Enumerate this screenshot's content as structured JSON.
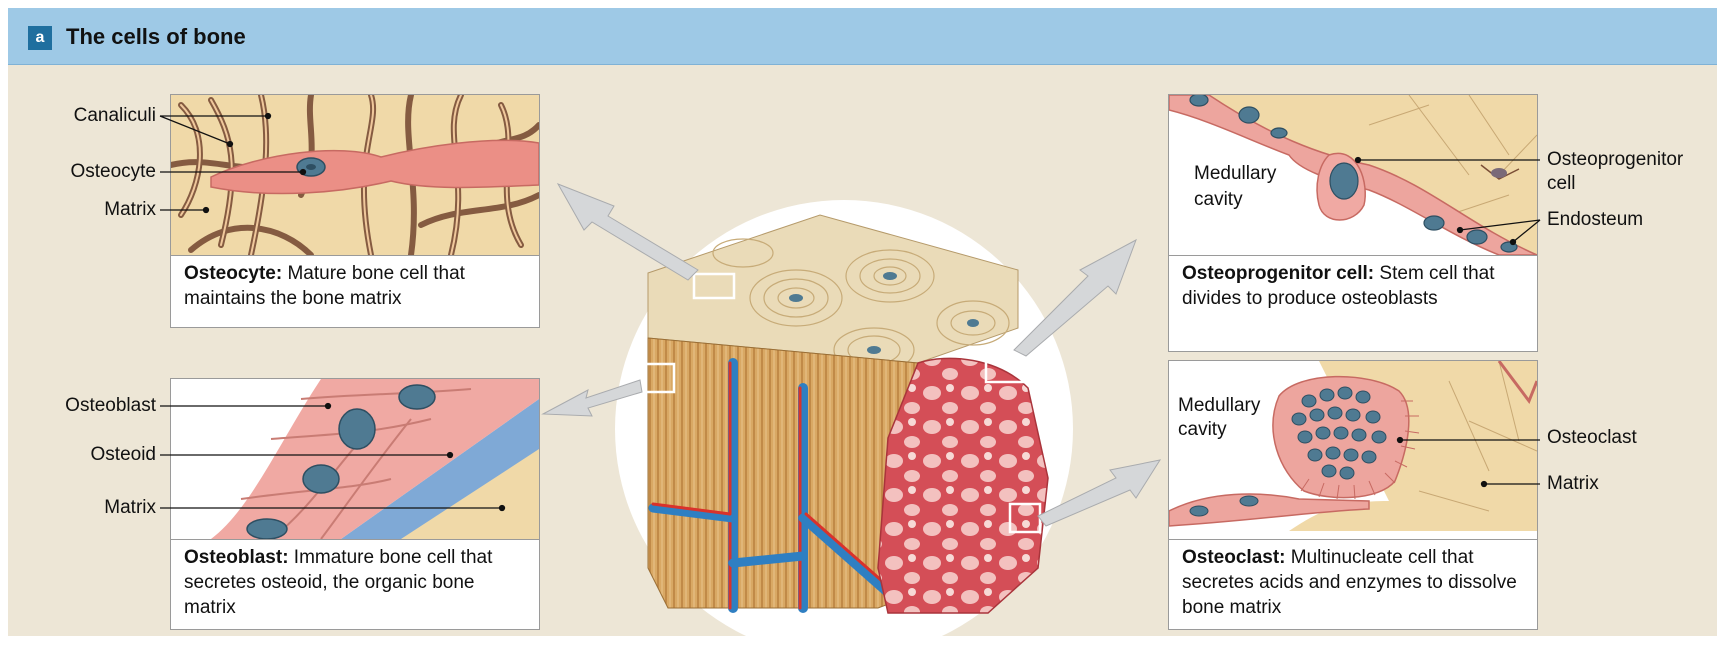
{
  "header": {
    "badge": "a",
    "title": "The cells of bone"
  },
  "osteocyte": {
    "caption_bold": "Osteocyte:",
    "caption_text": " Mature bone cell that maintains the bone matrix",
    "labels": {
      "canaliculi": "Canaliculi",
      "osteocyte": "Osteocyte",
      "matrix": "Matrix"
    }
  },
  "osteoblast": {
    "caption_bold": "Osteoblast:",
    "caption_text": " Immature bone cell that secretes osteoid, the organic bone matrix",
    "labels": {
      "osteoblast": "Osteoblast",
      "osteoid": "Osteoid",
      "matrix": "Matrix"
    }
  },
  "osteoprogenitor": {
    "caption_bold": "Osteoprogenitor cell:",
    "caption_text": " Stem cell that divides to produce osteoblasts",
    "labels": {
      "medullary_line1": "Medullary",
      "medullary_line2": "cavity",
      "osteoprogenitor_line1": "Osteoprogenitor",
      "osteoprogenitor_line2": "cell",
      "endosteum": "Endosteum"
    }
  },
  "osteoclast": {
    "caption_bold": "Osteoclast:",
    "caption_text": " Multinucleate cell that secretes acids and enzymes to dissolve bone matrix",
    "labels": {
      "medullary_line1": "Medullary",
      "medullary_line2": "cavity",
      "osteoclast": "Osteoclast",
      "matrix": "Matrix"
    }
  },
  "colors": {
    "header": "#9ec9e6",
    "badge": "#1f6f9f",
    "background": "#ede6d6",
    "matrix": "#f0d9a8",
    "cell_pink": "#f0a9a3",
    "nucleus": "#4f7a92",
    "osteoid_blue": "#7fa9d6",
    "vessel_red": "#d9322b",
    "vessel_blue": "#2f7fc2"
  }
}
